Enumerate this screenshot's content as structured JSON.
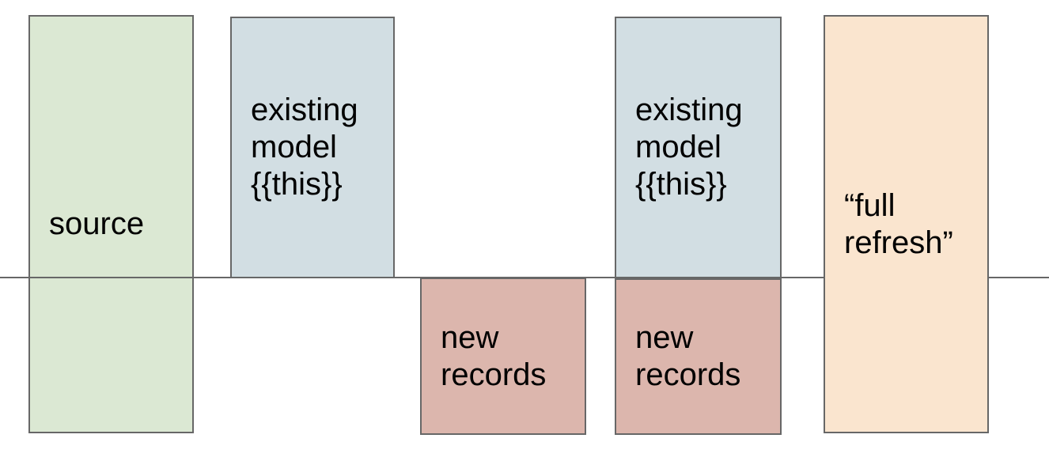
{
  "diagram": {
    "colors": {
      "background": "#ffffff",
      "box_border": "#676767",
      "text": "#000000",
      "timeline_line": "#676767",
      "source_green": "#dbe8d3",
      "existing_model_blue": "#d2dee3",
      "new_records_pink": "#dcb6ad",
      "full_refresh_orange": "#fae5cf"
    },
    "boxes": [
      {
        "id": "source",
        "label": "source",
        "fill": "#dbe8d3"
      },
      {
        "id": "existing-model-left",
        "label": "existing\nmodel\n{{this}}",
        "fill": "#d2dee3"
      },
      {
        "id": "new-records-left",
        "label": "new\nrecords",
        "fill": "#dcb6ad"
      },
      {
        "id": "existing-model-right",
        "label": "existing\nmodel\n{{this}}",
        "fill": "#d2dee3"
      },
      {
        "id": "new-records-right",
        "label": "new\nrecords",
        "fill": "#dcb6ad"
      },
      {
        "id": "full-refresh",
        "label": "“full\nrefresh”",
        "fill": "#fae5cf"
      }
    ]
  }
}
